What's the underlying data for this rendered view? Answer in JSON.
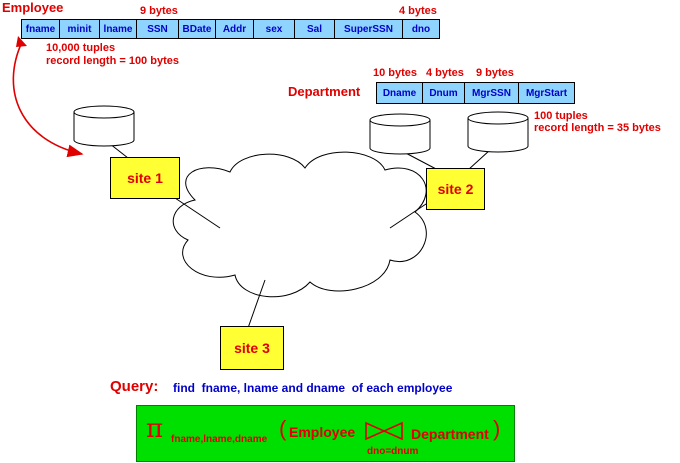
{
  "employee": {
    "title": "Employee",
    "fields": [
      "fname",
      "minit",
      "lname",
      "SSN",
      "BDate",
      "Addr",
      "sex",
      "Sal",
      "SuperSSN",
      "dno"
    ],
    "ssn_bytes": "9 bytes",
    "dno_bytes": "4 bytes",
    "tuples": "10,000 tuples",
    "record_length": "record length = 100 bytes"
  },
  "department": {
    "title": "Department",
    "fields": [
      "Dname",
      "Dnum",
      "MgrSSN",
      "MgrStart"
    ],
    "dname_bytes": "10 bytes",
    "dnum_bytes": "4 bytes",
    "mgrssn_bytes": "9 bytes",
    "tuples": "100 tuples",
    "record_length": "record length = 35 bytes"
  },
  "sites": [
    "site 1",
    "site 2",
    "site 3"
  ],
  "query": {
    "label": "Query:",
    "text": "find  fname, lname and dname  of each employee"
  },
  "formula": {
    "pi": "π",
    "projection": "fname,lname,dname",
    "open": "(",
    "left": "Employee",
    "right": "Department",
    "close": ")",
    "join_condition": "dno=dnum"
  },
  "colors": {
    "accent_red": "#e00000",
    "text_blue": "#0000c8",
    "cell_fill": "#8fd3ff",
    "site_fill": "#ffff33",
    "formula_bg": "#00e000"
  }
}
